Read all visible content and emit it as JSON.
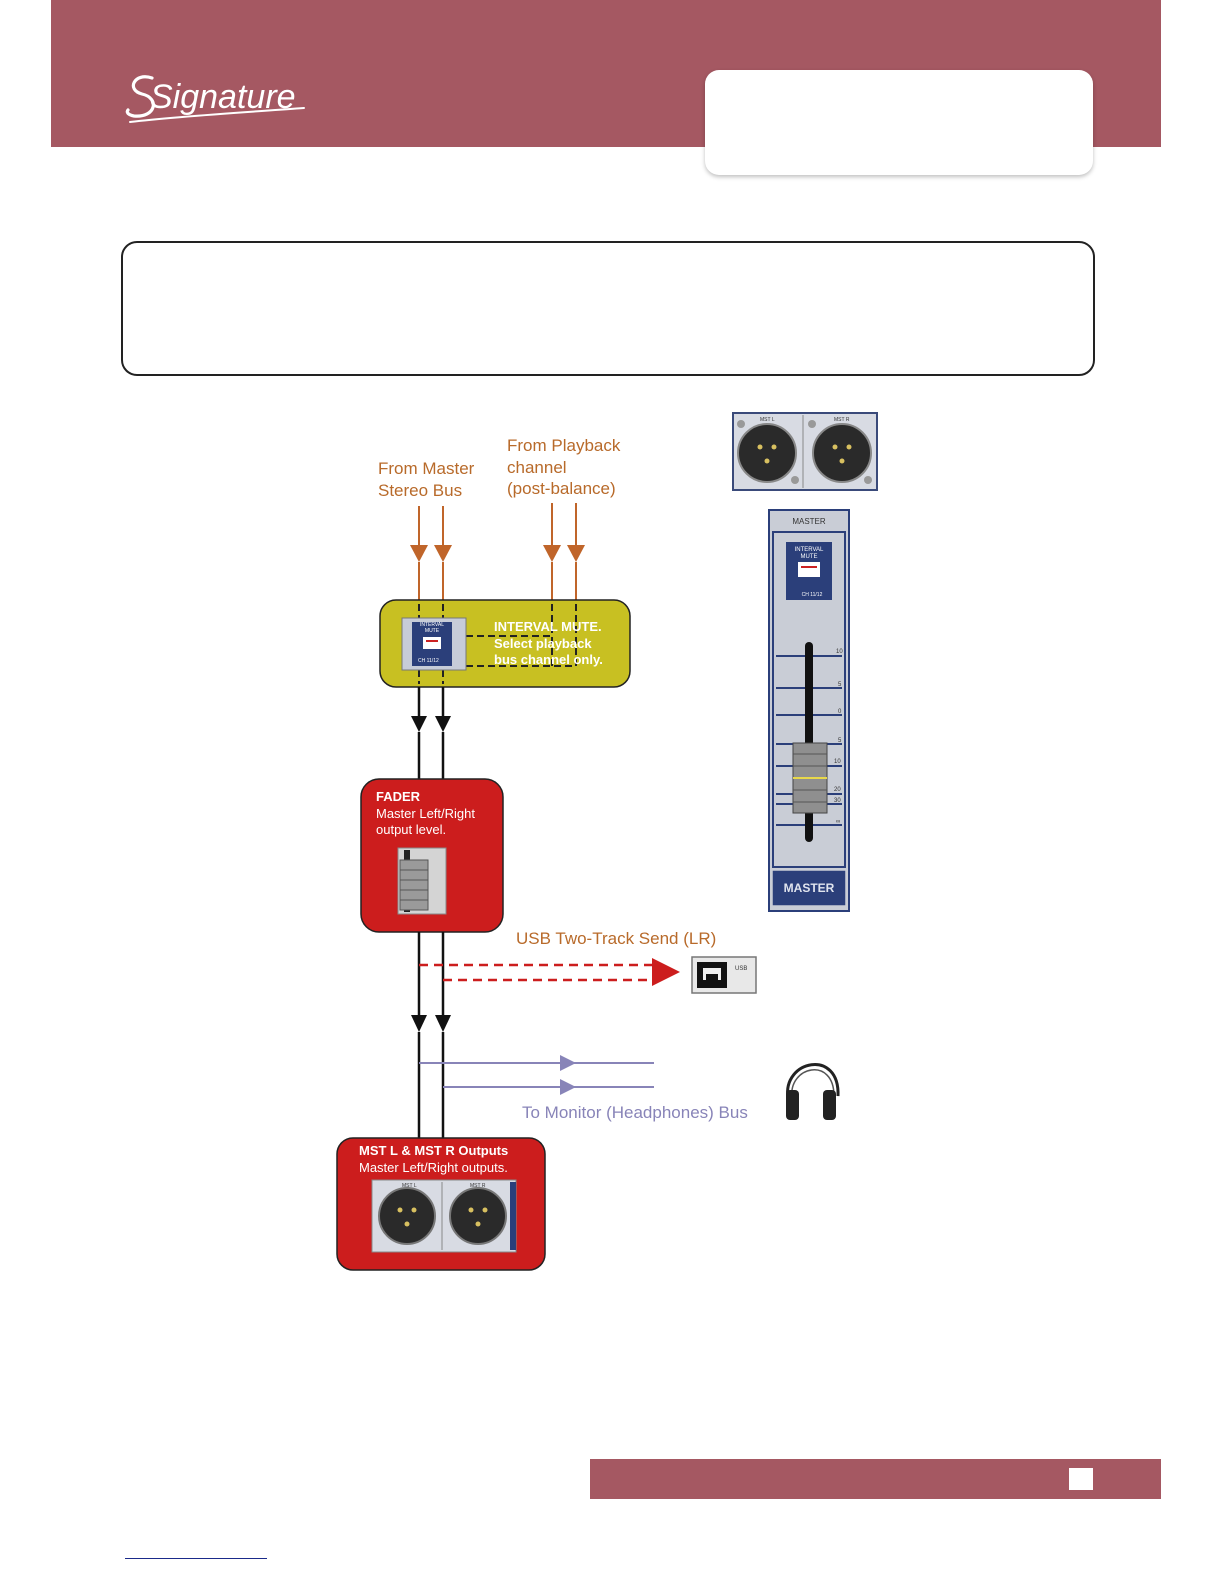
{
  "header": {
    "logo_text": "Signature",
    "colors": {
      "band": "#a55862",
      "tab": "#ffffff"
    }
  },
  "diagram": {
    "from_master_label": [
      "From Master",
      "Stereo Bus"
    ],
    "from_playback_label": [
      "From Playback",
      "channel",
      "(post-balance)"
    ],
    "interval_mute_box": {
      "title": "INTERVAL MUTE.",
      "desc_lines": [
        "Select playback",
        "bus channel only."
      ],
      "button_caption": [
        "INTERVAL",
        "MUTE"
      ],
      "channel_caption": "CH 11/12",
      "color": "#c8c022"
    },
    "fader_box": {
      "title": "FADER",
      "desc_lines": [
        "Master Left/Right",
        "output level."
      ],
      "color": "#cc1d1d"
    },
    "usb_label": "USB Two-Track Send (LR)",
    "usb_port_caption": "USB",
    "monitor_label": "To Monitor (Headphones) Bus",
    "outputs_box": {
      "title": "MST L & MST R Outputs",
      "desc": "Master Left/Right outputs.",
      "jack_labels": [
        "MST L",
        "MST R"
      ]
    },
    "mixer_strip": {
      "top_label": "MASTER",
      "button_caption": [
        "INTERVAL",
        "MUTE"
      ],
      "channel_caption": "CH 11/12",
      "scale": [
        "10",
        "5",
        "0",
        "5",
        "10",
        "20",
        "30",
        "∞"
      ],
      "bottom_label": "MASTER"
    },
    "xlr_panel_labels": [
      "MST L",
      "MST R"
    ]
  },
  "footer": {
    "color": "#a55862"
  }
}
